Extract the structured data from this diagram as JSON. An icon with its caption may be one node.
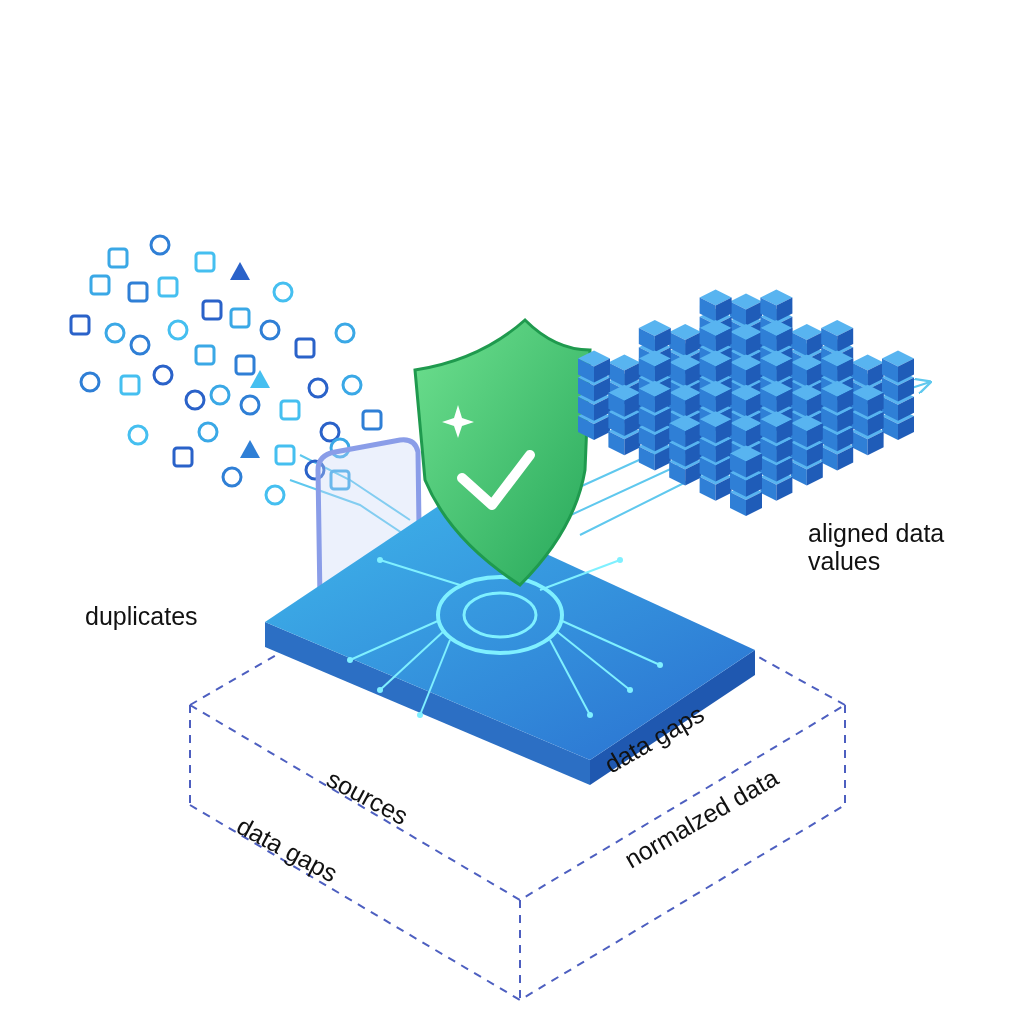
{
  "diagram": {
    "labels": [
      "aligned data values",
      "duplicates",
      "data gaps",
      "sources",
      "data gaps",
      "normalzed data"
    ]
  }
}
